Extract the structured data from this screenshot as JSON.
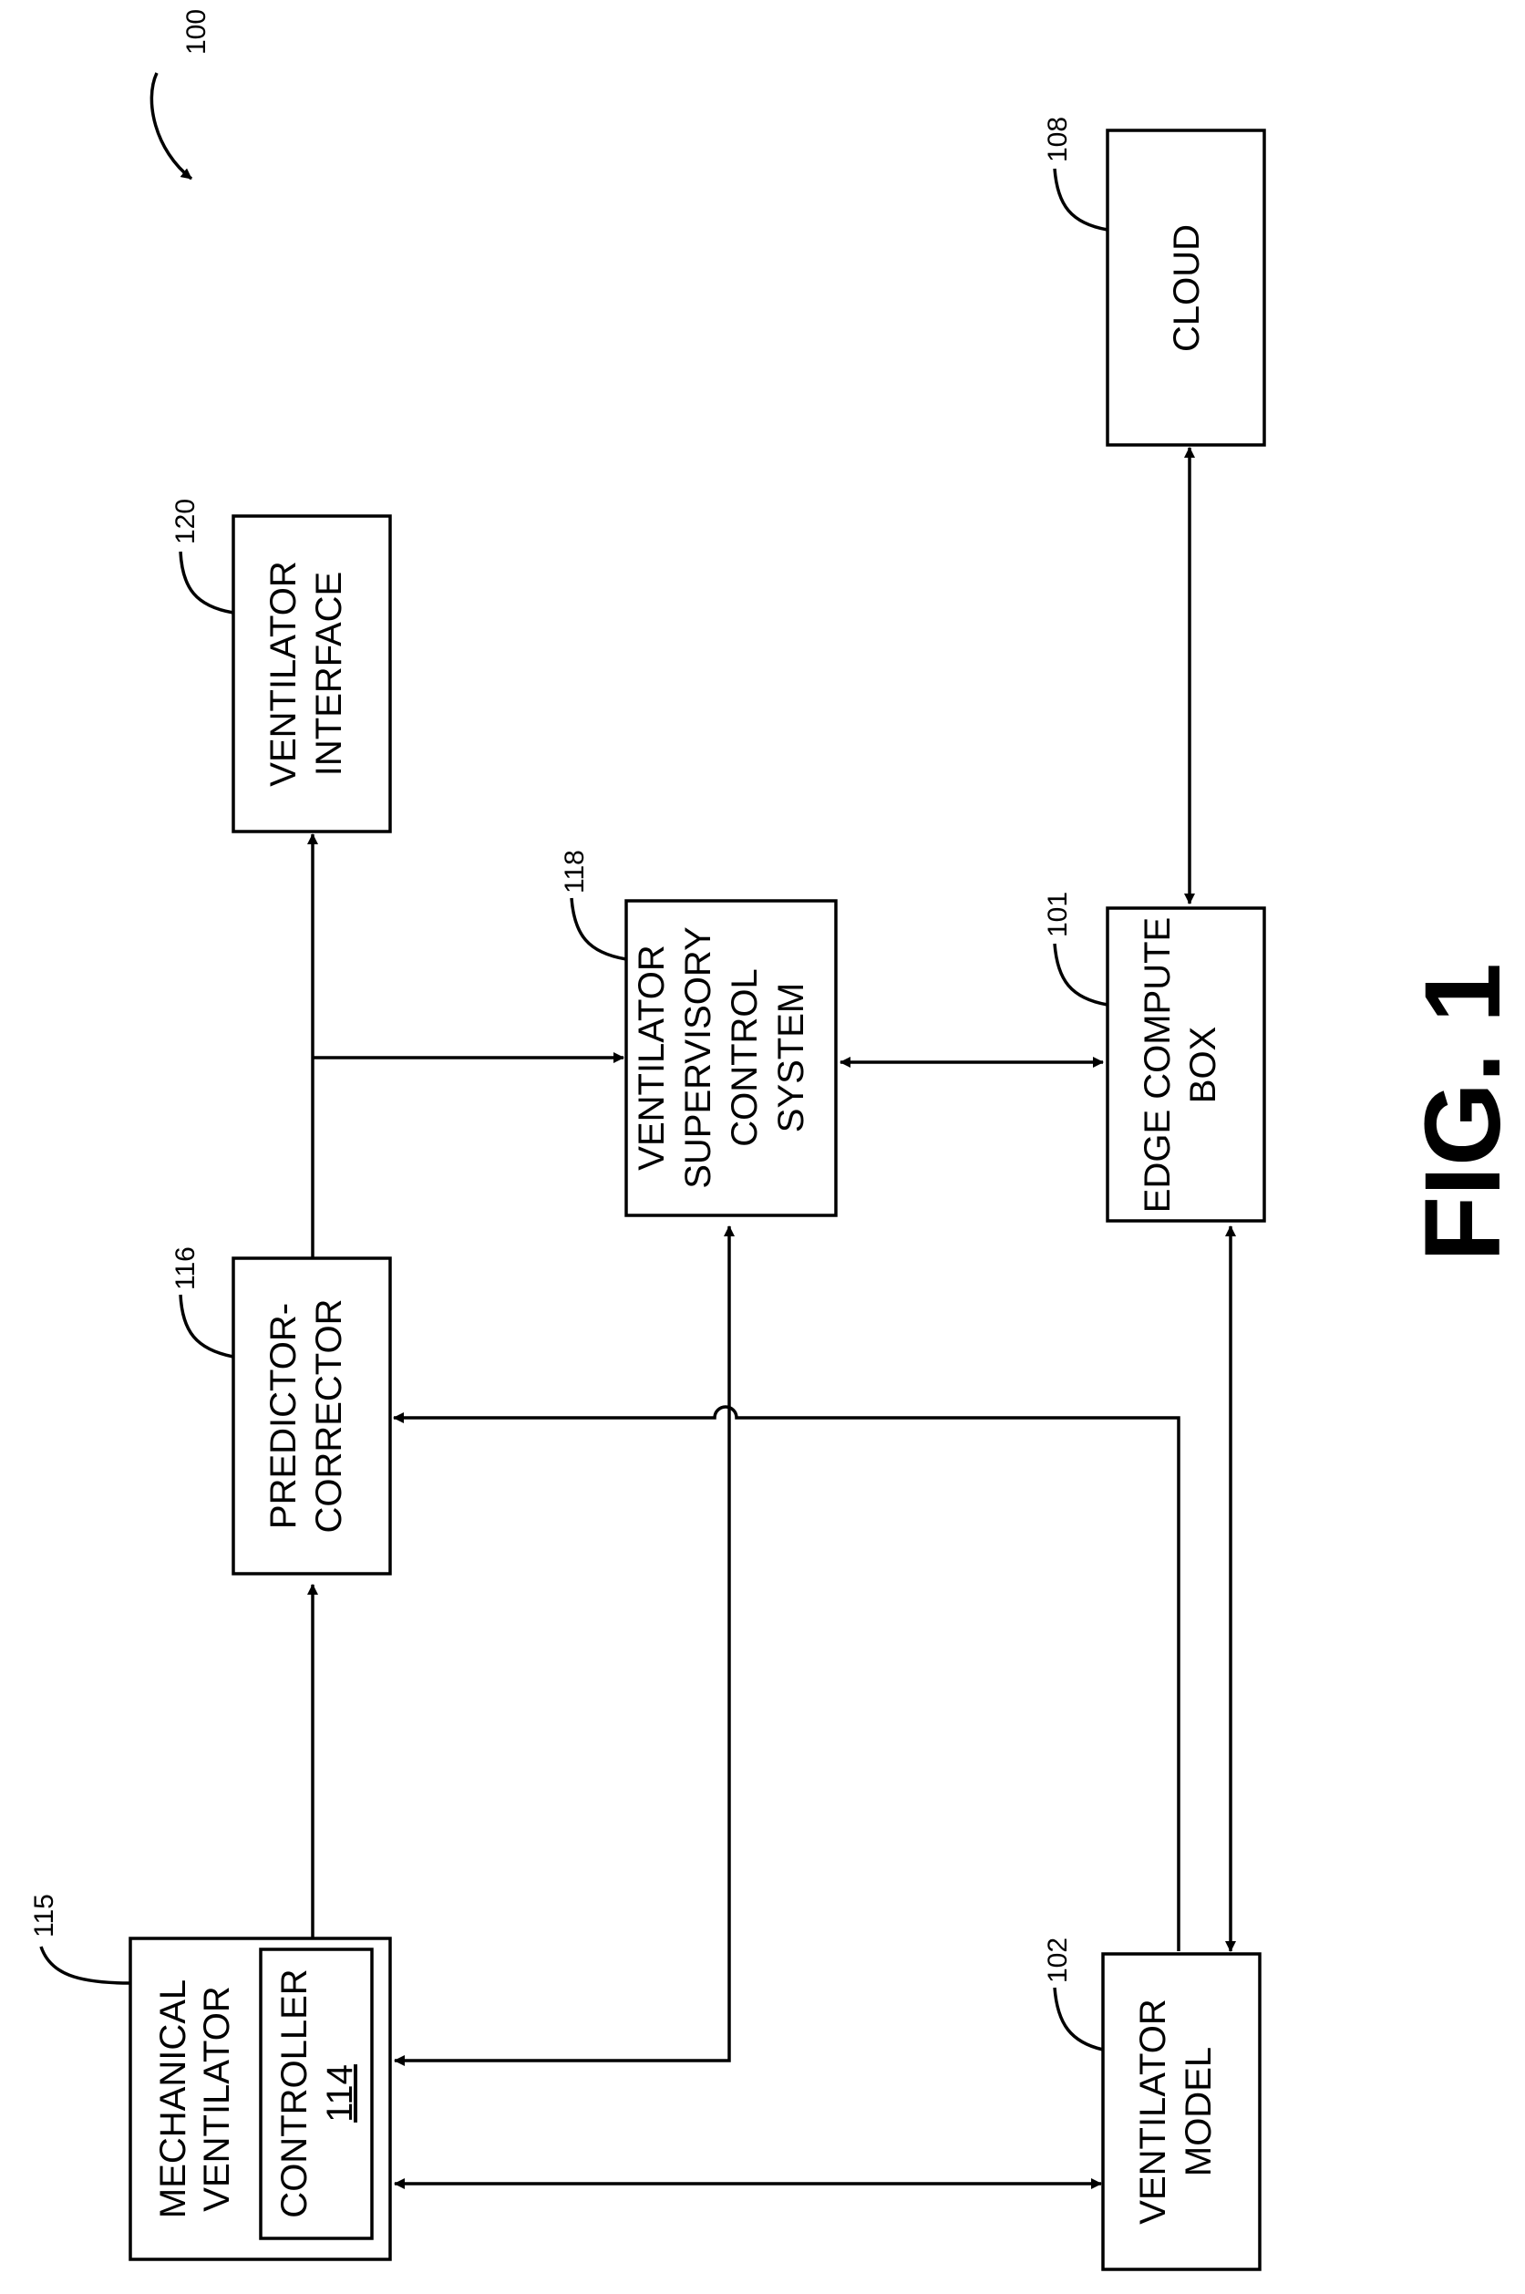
{
  "figure": {
    "ref": "100",
    "caption": "FIG. 1"
  },
  "blocks": {
    "mechanical_ventilator": {
      "ref": "115",
      "lines": [
        "MECHANICAL",
        "VENTILATOR"
      ]
    },
    "controller": {
      "lines": [
        "CONTROLLER"
      ],
      "number": "114"
    },
    "predictor_corrector": {
      "ref": "116",
      "lines": [
        "PREDICTOR-",
        "CORRECTOR"
      ]
    },
    "ventilator_interface": {
      "ref": "120",
      "lines": [
        "VENTILATOR",
        "INTERFACE"
      ]
    },
    "supervisory_control": {
      "ref": "118",
      "lines": [
        "VENTILATOR",
        "SUPERVISORY",
        "CONTROL",
        "SYSTEM"
      ]
    },
    "edge_compute_box": {
      "ref": "101",
      "lines": [
        "EDGE COMPUTE",
        "BOX"
      ]
    },
    "cloud": {
      "ref": "108",
      "lines": [
        "CLOUD"
      ]
    },
    "ventilator_model": {
      "ref": "102",
      "lines": [
        "VENTILATOR",
        "MODEL"
      ]
    }
  }
}
